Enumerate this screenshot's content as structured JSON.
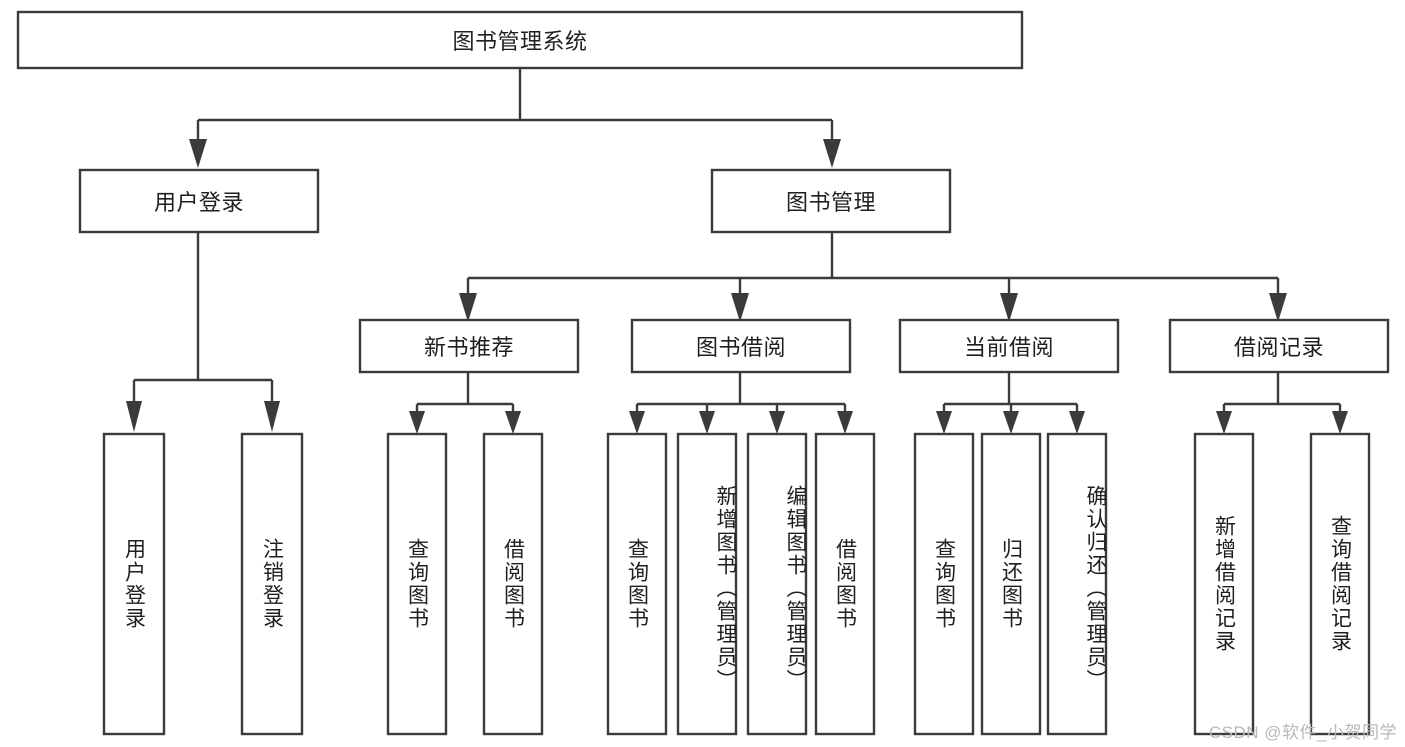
{
  "diagram": {
    "type": "tree-hierarchy-chart",
    "title": "图书管理系统",
    "watermark": "CSDN @软件_小贺同学",
    "colors": {
      "stroke": "#3b3b3b",
      "fill": "#ffffff",
      "text": "#1f1f1f",
      "watermark": "#b9b9b9",
      "background": "#ffffff"
    },
    "levels": [
      {
        "level": 1,
        "nodes": [
          {
            "id": "root",
            "label": "图书管理系统",
            "orientation": "horizontal"
          }
        ]
      },
      {
        "level": 2,
        "nodes": [
          {
            "id": "login",
            "label": "用户登录",
            "orientation": "horizontal",
            "parent": "root"
          },
          {
            "id": "bookmgmt",
            "label": "图书管理",
            "orientation": "horizontal",
            "parent": "root"
          }
        ]
      },
      {
        "level": 3,
        "nodes": [
          {
            "id": "newbook",
            "label": "新书推荐",
            "orientation": "horizontal",
            "parent": "bookmgmt"
          },
          {
            "id": "borrow",
            "label": "图书借阅",
            "orientation": "horizontal",
            "parent": "bookmgmt"
          },
          {
            "id": "current",
            "label": "当前借阅",
            "orientation": "horizontal",
            "parent": "bookmgmt"
          },
          {
            "id": "records",
            "label": "借阅记录",
            "orientation": "horizontal",
            "parent": "bookmgmt"
          }
        ]
      },
      {
        "level": 4,
        "nodes": [
          {
            "id": "leaf-1",
            "label": "用户登录",
            "orientation": "vertical",
            "parent": "login"
          },
          {
            "id": "leaf-2",
            "label": "注销登录",
            "orientation": "vertical",
            "parent": "login"
          },
          {
            "id": "leaf-3",
            "label": "查询图书",
            "orientation": "vertical",
            "parent": "newbook"
          },
          {
            "id": "leaf-4",
            "label": "借阅图书",
            "orientation": "vertical",
            "parent": "newbook"
          },
          {
            "id": "leaf-5",
            "label": "查询图书",
            "orientation": "vertical",
            "parent": "borrow"
          },
          {
            "id": "leaf-6",
            "label": "新增图书（管理员）",
            "orientation": "vertical",
            "parent": "borrow"
          },
          {
            "id": "leaf-7",
            "label": "编辑图书（管理员）",
            "orientation": "vertical",
            "parent": "borrow"
          },
          {
            "id": "leaf-8",
            "label": "借阅图书",
            "orientation": "vertical",
            "parent": "borrow"
          },
          {
            "id": "leaf-9",
            "label": "查询图书",
            "orientation": "vertical",
            "parent": "current"
          },
          {
            "id": "leaf-10",
            "label": "归还图书",
            "orientation": "vertical",
            "parent": "current"
          },
          {
            "id": "leaf-11",
            "label": "确认归还（管理员）",
            "orientation": "vertical",
            "parent": "current"
          },
          {
            "id": "leaf-12",
            "label": "新增借阅记录",
            "orientation": "vertical",
            "parent": "records"
          },
          {
            "id": "leaf-13",
            "label": "查询借阅记录",
            "orientation": "vertical",
            "parent": "records"
          }
        ]
      }
    ]
  }
}
